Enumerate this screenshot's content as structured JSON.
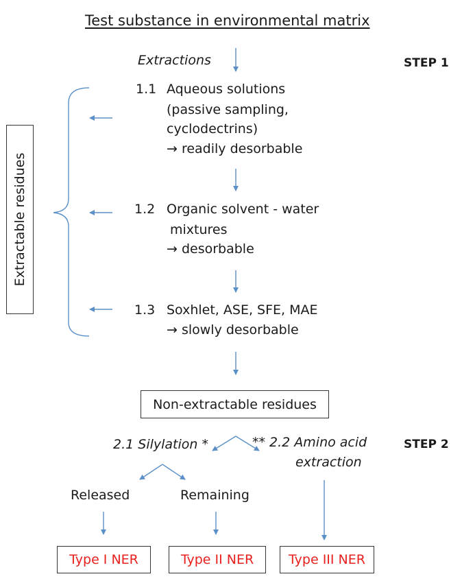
{
  "title": "Test substance in environmental matrix",
  "extractions_label": "Extractions",
  "step1_label": "STEP 1",
  "step2_label": "STEP 2",
  "side_label": "Extractable residues",
  "steps": [
    {
      "num": "1.1",
      "lines": [
        "Aqueous solutions",
        "(passive sampling,",
        "cyclodectrins)",
        "→ readily desorbable"
      ]
    },
    {
      "num": "1.2",
      "lines": [
        "Organic solvent - water",
        "mixtures",
        "→ desorbable"
      ]
    },
    {
      "num": "1.3",
      "lines": [
        "Soxhlet, ASE, SFE, MAE",
        "→ slowly desorbable"
      ]
    }
  ],
  "ner_box": "Non-extractable residues",
  "silylation": "2.1 Silylation *",
  "amino_acid": [
    "** 2.2 Amino acid",
    "extraction"
  ],
  "released": "Released",
  "remaining": "Remaining",
  "types": [
    "Type I NER",
    "Type II NER",
    "Type III NER"
  ],
  "colors": {
    "arrow": "#5b8fc7",
    "ner_text": "#e8211f",
    "text": "#1a1a1a"
  }
}
